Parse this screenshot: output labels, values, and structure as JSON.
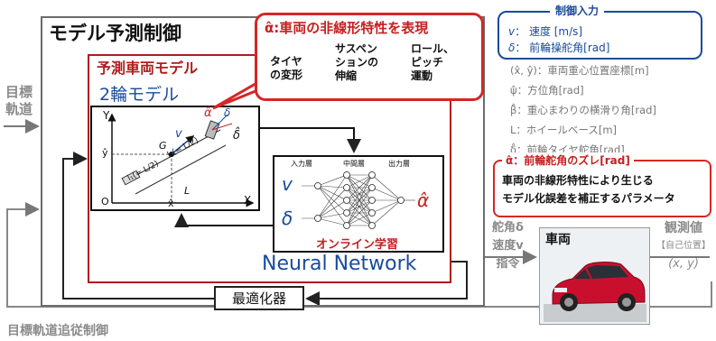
{
  "target": {
    "line1": "目標",
    "line2": "軌道"
  },
  "mpc_title": "モデル予測制御",
  "pred_model_title": "予測車両モデル",
  "two_wheel_title": "2輪モデル",
  "callout": {
    "title": "α̂:車両の非線形特性を表現",
    "items": [
      {
        "l1": "タイヤ",
        "l2": "の変形"
      },
      {
        "l1": "サスペン",
        "l2": "ションの",
        "l3": "伸縮"
      },
      {
        "l1": "ロール、",
        "l2": "ピッチ",
        "l3": "運動"
      }
    ]
  },
  "bicycle": {
    "y_axis": "Y",
    "x_axis": "X",
    "origin": "O",
    "y_tick": "ŷ",
    "x_tick": "x̂",
    "G": "G",
    "v": "v",
    "alpha": "α̂",
    "delta": "δ",
    "delta_hat": "δ̂",
    "L": "L",
    "l1": "l₁(= L/2)",
    "l2": "l₂(= L/2)"
  },
  "nn": {
    "input_layer": "入力層",
    "hidden_layer": "中間層",
    "output_layer": "出力層",
    "in_v": "v",
    "in_delta": "δ",
    "out_alpha": "α̂",
    "online": "オンライン学習",
    "title": "Neural Network"
  },
  "optimizer": "最適化器",
  "tracking": "目標軌道追従制御",
  "control_input": {
    "title": "制御入力",
    "v_sym": "v",
    "v_text": "速度 [m/s]",
    "d_sym": "δ",
    "d_text": "前輪操舵角[rad]"
  },
  "variables": [
    {
      "sym": "(x̂, ŷ)",
      "desc": "車両重心位置座標[m]"
    },
    {
      "sym": "ψ̂",
      "desc": "方位角[rad]"
    },
    {
      "sym": "β̂",
      "desc": "重心まわりの横滑り角[rad]"
    },
    {
      "sym": "L",
      "desc": "ホイールベース[m]"
    },
    {
      "sym": "δ̂",
      "desc": "前輪タイヤ舵角[rad]"
    }
  ],
  "alpha_box": {
    "title": "α̂：前輪舵角のズレ[rad]",
    "line1": "車両の非線形特性により生じる",
    "line2": "モデル化誤差を補正するパラメータ"
  },
  "command": {
    "l1": "舵角δ",
    "l2": "速度v",
    "l3": "指令"
  },
  "vehicle_label": "車両",
  "observed": {
    "l1": "観測値",
    "l2": "【自己位置】",
    "l3": "(x, y)"
  },
  "colors": {
    "red": "#d62626",
    "dark_red": "#b01c1c",
    "blue": "#1a4a9c",
    "gray": "#8a8a8a",
    "car": "#c8102e"
  }
}
